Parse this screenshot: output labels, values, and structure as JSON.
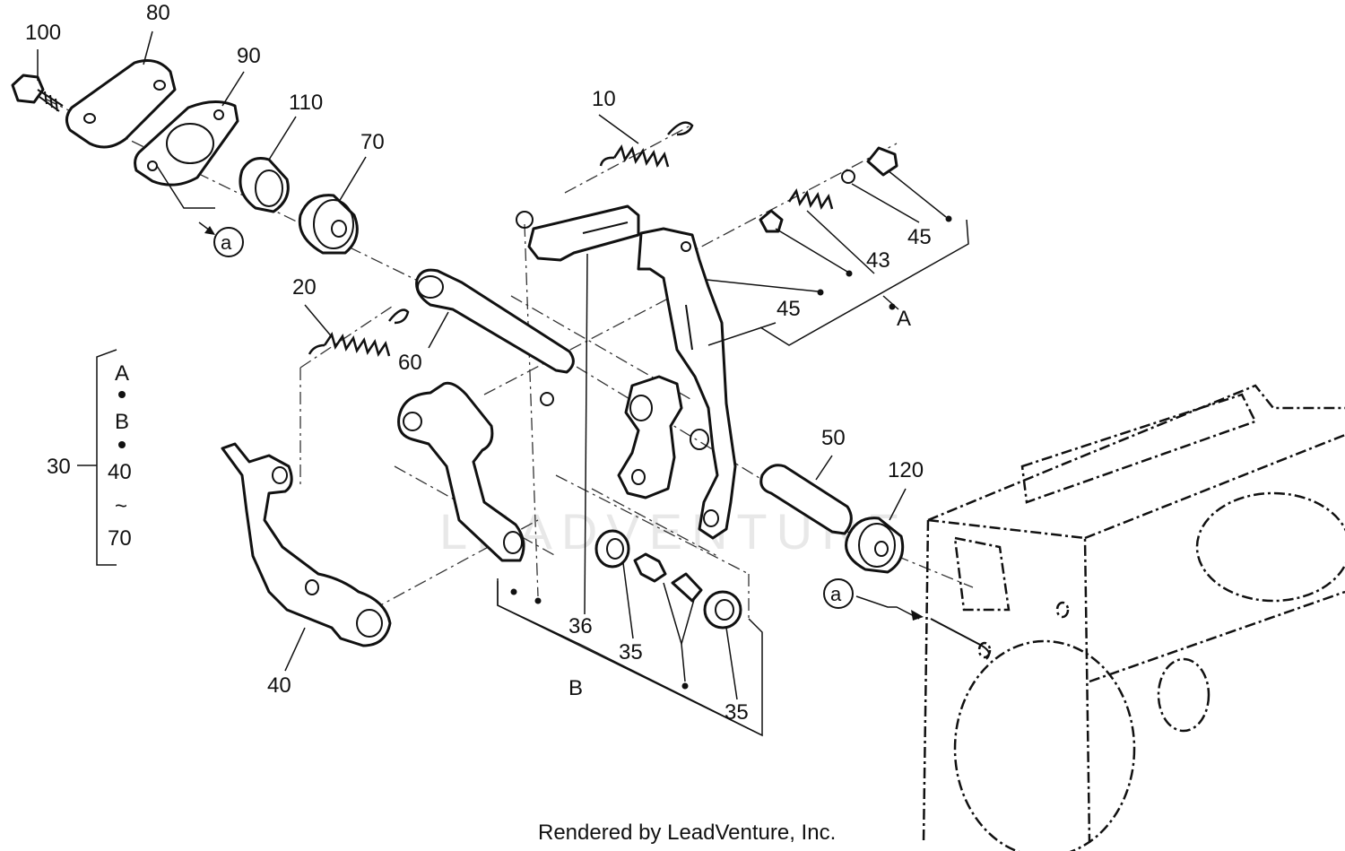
{
  "labels": {
    "p10": "10",
    "p20": "20",
    "p30": "30",
    "p35a": "35",
    "p35b": "35",
    "p36": "36",
    "p40": "40",
    "p43": "43",
    "p45a": "45",
    "p45b": "45",
    "p50": "50",
    "p60": "60",
    "p70": "70",
    "p80": "80",
    "p90": "90",
    "p100": "100",
    "p110": "110",
    "p120": "120",
    "groupA": "A",
    "groupB": "B",
    "refA1": "a",
    "refA2": "a"
  },
  "legend": {
    "line1": "A",
    "line2": "B",
    "line3": "40",
    "line4": "~",
    "line5": "70"
  },
  "watermark": "LEADVENTURE",
  "footer": "Rendered by LeadVenture, Inc."
}
